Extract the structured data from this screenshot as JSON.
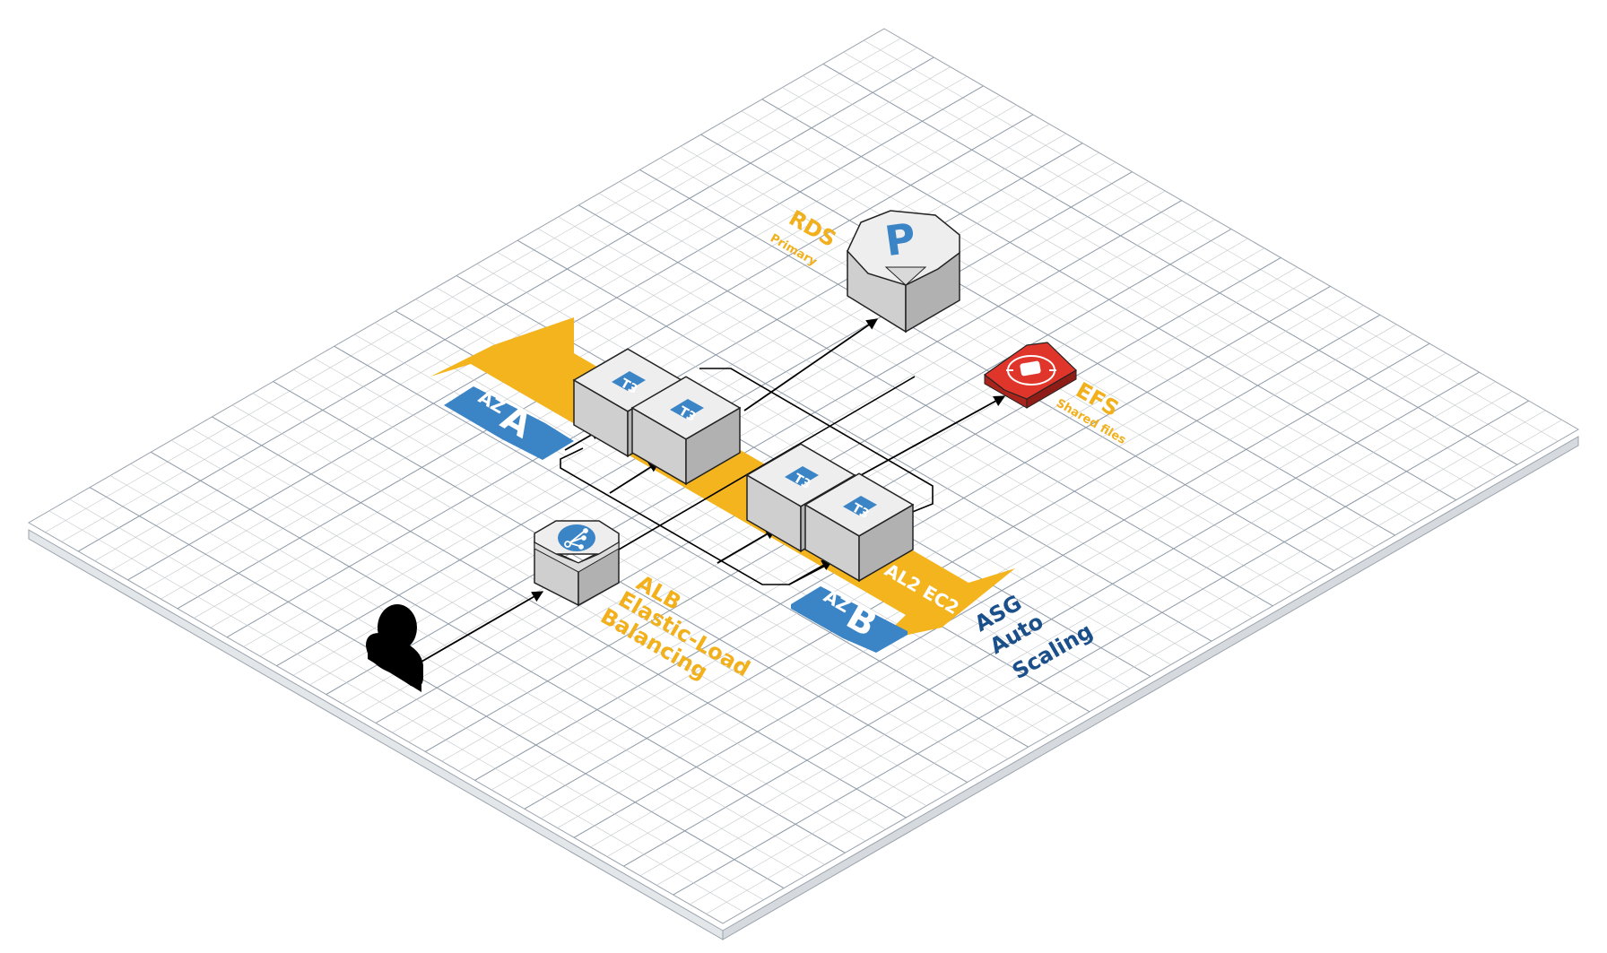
{
  "colors": {
    "grid_line": "#c3c7ca",
    "grid_major": "#8d99a6",
    "platform_side": "#e4e7ea",
    "arrow_band": "#f4b41e",
    "az_badge": "#3b84c6",
    "node_top": "#eeeeee",
    "node_left": "#cfcfcf",
    "node_right": "#b1b1b1",
    "efs_red": "#e0352b",
    "label_orange": "#f1b01c",
    "label_blue": "#1a4f8a"
  },
  "icons": {
    "user": "user-icon",
    "alb": "load-balancer-icon",
    "rds": "database-primary-icon",
    "efs": "file-system-icon"
  },
  "labels": {
    "rds_title": "RDS",
    "rds_sub": "Primary",
    "rds_badge": "P",
    "efs_title": "EFS",
    "efs_sub": "Shared files",
    "alb_line1": "ALB",
    "alb_line2": "Elastic-Load",
    "alb_line3": "Balancing",
    "asg_line1": "ASG",
    "asg_line2": "Auto",
    "asg_line3": "Scaling",
    "ec2_band": "AL2 EC2",
    "az_a_prefix": "AZ",
    "az_a_letter": "A",
    "az_b_prefix": "AZ",
    "az_b_letter": "B",
    "t3_1": "T3",
    "t3_2": "T3",
    "t3_3": "T3",
    "t3_4": "T3"
  }
}
